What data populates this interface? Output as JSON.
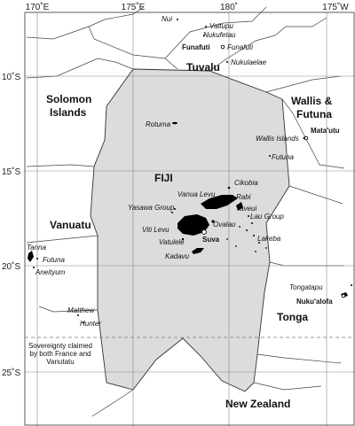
{
  "ticks": {
    "lon": [
      "170˚E",
      "175˚E",
      "180˚",
      "175˚W"
    ],
    "lat": [
      "10˚S",
      "15˚S",
      "20˚S",
      "25˚S"
    ]
  },
  "countries": {
    "tuvalu": "Tuvalu",
    "solomon_1": "Solomon",
    "solomon_2": "Islands",
    "wallis_1": "Wallis &",
    "wallis_2": "Futuna",
    "fiji": "FIJI",
    "vanuatu": "Vanuatu",
    "tonga": "Tonga",
    "new_zealand": "New Zealand"
  },
  "places": {
    "nui": "Nui",
    "vaitupu": "Vaitupu",
    "nukufetau": "Nukufetau",
    "funafuti_capital": "Funafuti",
    "funafuti_atoll": "Funafuti",
    "nukulaelae": "Nukulaelae",
    "rotuma": "Rotuma",
    "matautu": "Mata'utu",
    "wallis_islands": "Wallis Islands",
    "futuna_wf": "Futuna",
    "cikobia": "Cikobia",
    "vanua_levu": "Vanua Levu",
    "rabi": "Rabi",
    "taveui": "Taveui",
    "yasawa_group": "Yasawa Group",
    "lau_group": "Lau Group",
    "viti_levu": "Viti Levu",
    "ovalau": "Ovalau",
    "suva": "Suva",
    "vatulele": "Vatulele",
    "lakeba": "Lakeba",
    "kadavu": "Kadavu",
    "tanna": "Tanna",
    "futuna_vu": "Futuna",
    "aneityum": "Aneityum",
    "matthew": "Matthew",
    "hunter": "Hunter",
    "tongatapu": "Tongatapu",
    "nukualofa": "Nuku'alofa"
  },
  "note": {
    "line1": "Sovereignty claimed",
    "line2": "by both France and",
    "line3": "Vanutatu"
  }
}
